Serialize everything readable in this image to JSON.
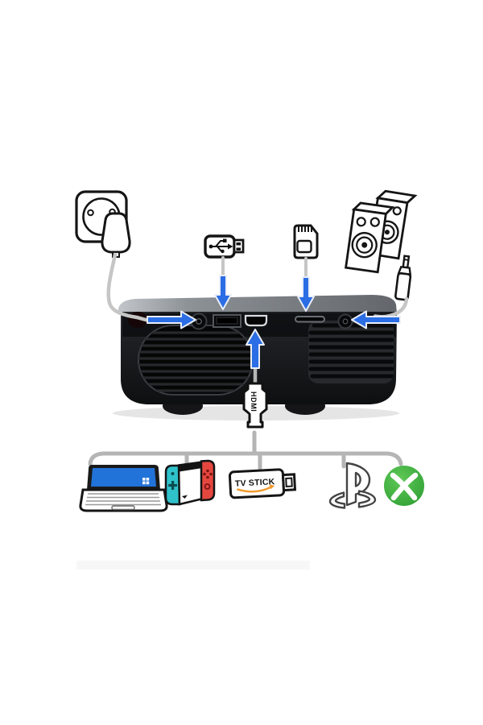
{
  "title": "projector-connectivity-diagram",
  "palette": {
    "background": "#ffffff",
    "arrow_blue": "#2b6de4",
    "arrow_edge": "#e9eef9",
    "connector_line_gray": "#b5b5b5",
    "cable_gray": "#c6c6c6",
    "outline_black": "#151515",
    "projector_dark": "#1d1f22",
    "projector_rim_gray": "#8d9297",
    "laptop_screen_blue": "#2273d9",
    "switch_cyan": "#2fc2cb",
    "switch_red": "#e5473f",
    "stick_orange": "#f09a2e",
    "xbox_green": "#3cb03c",
    "ps_outline_gray": "#444444"
  },
  "labels": {
    "hdmi_plug": "HDMI",
    "tv_stick": "TV STICK"
  },
  "icons": {
    "top_peripherals": [
      "power-outlet",
      "power-plug",
      "usb-flash-drive",
      "sd-card",
      "stereo-speakers",
      "aux-jack"
    ],
    "projector_ports": [
      "dc-power-port",
      "usb-port",
      "hdmi-port",
      "sd-card-slot",
      "audio-out-port"
    ],
    "bottom_devices": [
      "laptop",
      "nintendo-switch",
      "tv-stick",
      "playstation",
      "xbox"
    ]
  }
}
